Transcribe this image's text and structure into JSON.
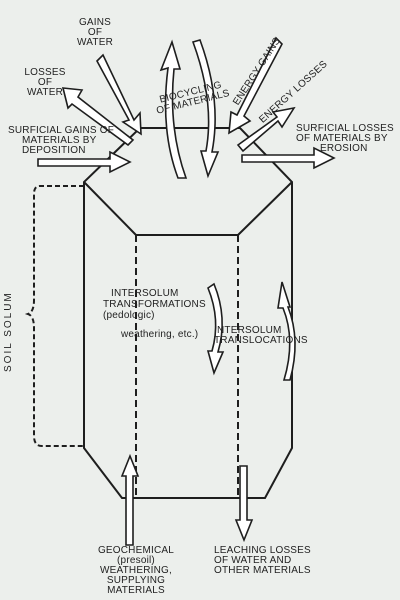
{
  "labels": {
    "gains_of_water": [
      "GAINS",
      "OF",
      "WATER"
    ],
    "losses_of_water": [
      "LOSSES",
      "OF",
      "WATER"
    ],
    "biocycling": [
      "BIOCYCLING",
      "OF MATERIALS"
    ],
    "energy_gains": "ENERGY GAINS",
    "energy_losses": "ENERGY LOSSES",
    "surficial_gains": [
      "SURFICIAL GAINS OF",
      "MATERIALS BY",
      "DEPOSITION"
    ],
    "surficial_losses": [
      "SURFICIAL LOSSES",
      "OF MATERIALS BY",
      "EROSION"
    ],
    "soil_solum": "SOIL SOLUM",
    "intersolum_transformations": [
      "INTERSOLUM",
      "TRANSFORMATIONS",
      "(pedologic)",
      "weathering, etc.)"
    ],
    "intersolum_translocations": [
      "INTERSOLUM",
      "TRANSLOCATIONS"
    ],
    "geochemical": [
      "GEOCHEMICAL",
      "(presoil)",
      "WEATHERING,",
      "SUPPLYING",
      "MATERIALS"
    ],
    "leaching_losses": [
      "LEACHING LOSSES",
      "OF WATER AND",
      "OTHER MATERIALS"
    ]
  },
  "colors": {
    "background": "#ecefec",
    "line": "#1e1e1e",
    "fill": "#ffffff"
  }
}
